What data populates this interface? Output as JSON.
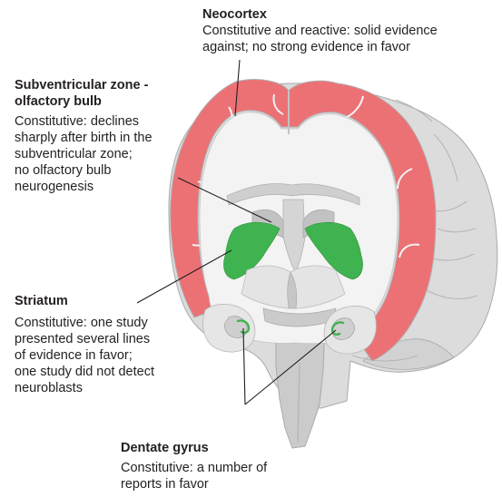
{
  "labels": {
    "neocortex": {
      "title": "Neocortex",
      "text": "Constitutive and reactive: solid evidence\nagainst; no strong evidence in favor"
    },
    "svz": {
      "title": "Subventricular zone -\nolfactory bulb",
      "text": "Constitutive: declines\nsharply after birth in the\nsubventricular zone;\nno olfactory bulb\nneurogenesis"
    },
    "striatum": {
      "title": "Striatum",
      "text": "Constitutive: one study\npresented several lines\nof evidence in favor;\none study did not detect\nneuroblasts"
    },
    "dentate": {
      "title": "Dentate gyrus",
      "text": "Constitutive: a number of\nreports in favor"
    }
  },
  "colors": {
    "cortex_red": "#ec7175",
    "neurogenic_green": "#3fb34f",
    "brain_gray": "#dcdcdc",
    "white_matter": "#f3f3f3",
    "structure_gray": "#c7c8ca",
    "outline": "#aaaaaa",
    "text": "#231f20"
  }
}
